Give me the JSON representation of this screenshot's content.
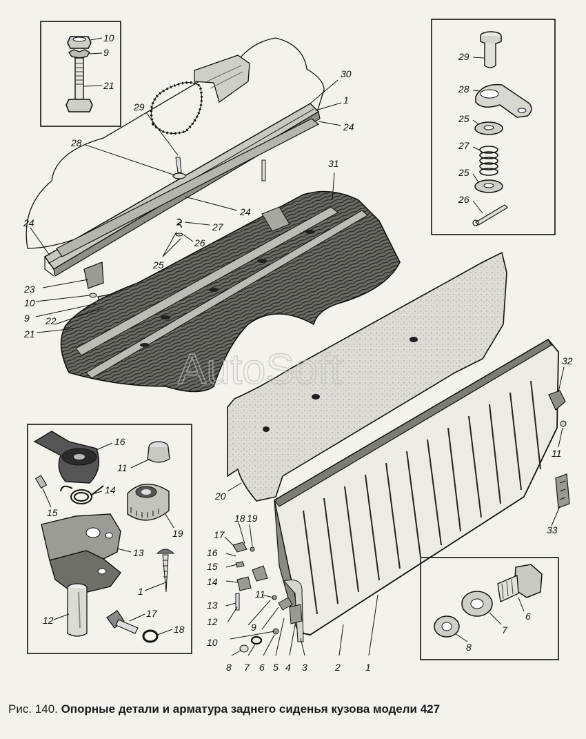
{
  "caption": {
    "prefix": "Рис. 140.",
    "title": "Опорные детали и арматура заднего сиденья кузова модели 427"
  },
  "watermark": "AutoSoft",
  "callouts": {
    "top_left_inset": [
      "10",
      "9",
      "21"
    ],
    "top_right_inset": [
      "29",
      "28",
      "25",
      "27",
      "25",
      "26"
    ],
    "seat_assembly": [
      "30",
      "1",
      "24",
      "29",
      "28",
      "24",
      "31",
      "27",
      "26",
      "24",
      "25",
      "23",
      "10",
      "9",
      "22",
      "21"
    ],
    "backrest_assembly": [
      "32",
      "11",
      "33",
      "20"
    ],
    "bottom_left_inset": [
      "16",
      "11",
      "14",
      "15",
      "19",
      "13",
      "1",
      "12",
      "17",
      "18"
    ],
    "hinge_group": [
      "18",
      "19",
      "17",
      "16",
      "15",
      "14",
      "13",
      "12",
      "11",
      "9",
      "10",
      "8",
      "7",
      "6",
      "5",
      "4",
      "3",
      "2",
      "1"
    ],
    "bottom_right_inset": [
      "6",
      "7",
      "8"
    ]
  }
}
